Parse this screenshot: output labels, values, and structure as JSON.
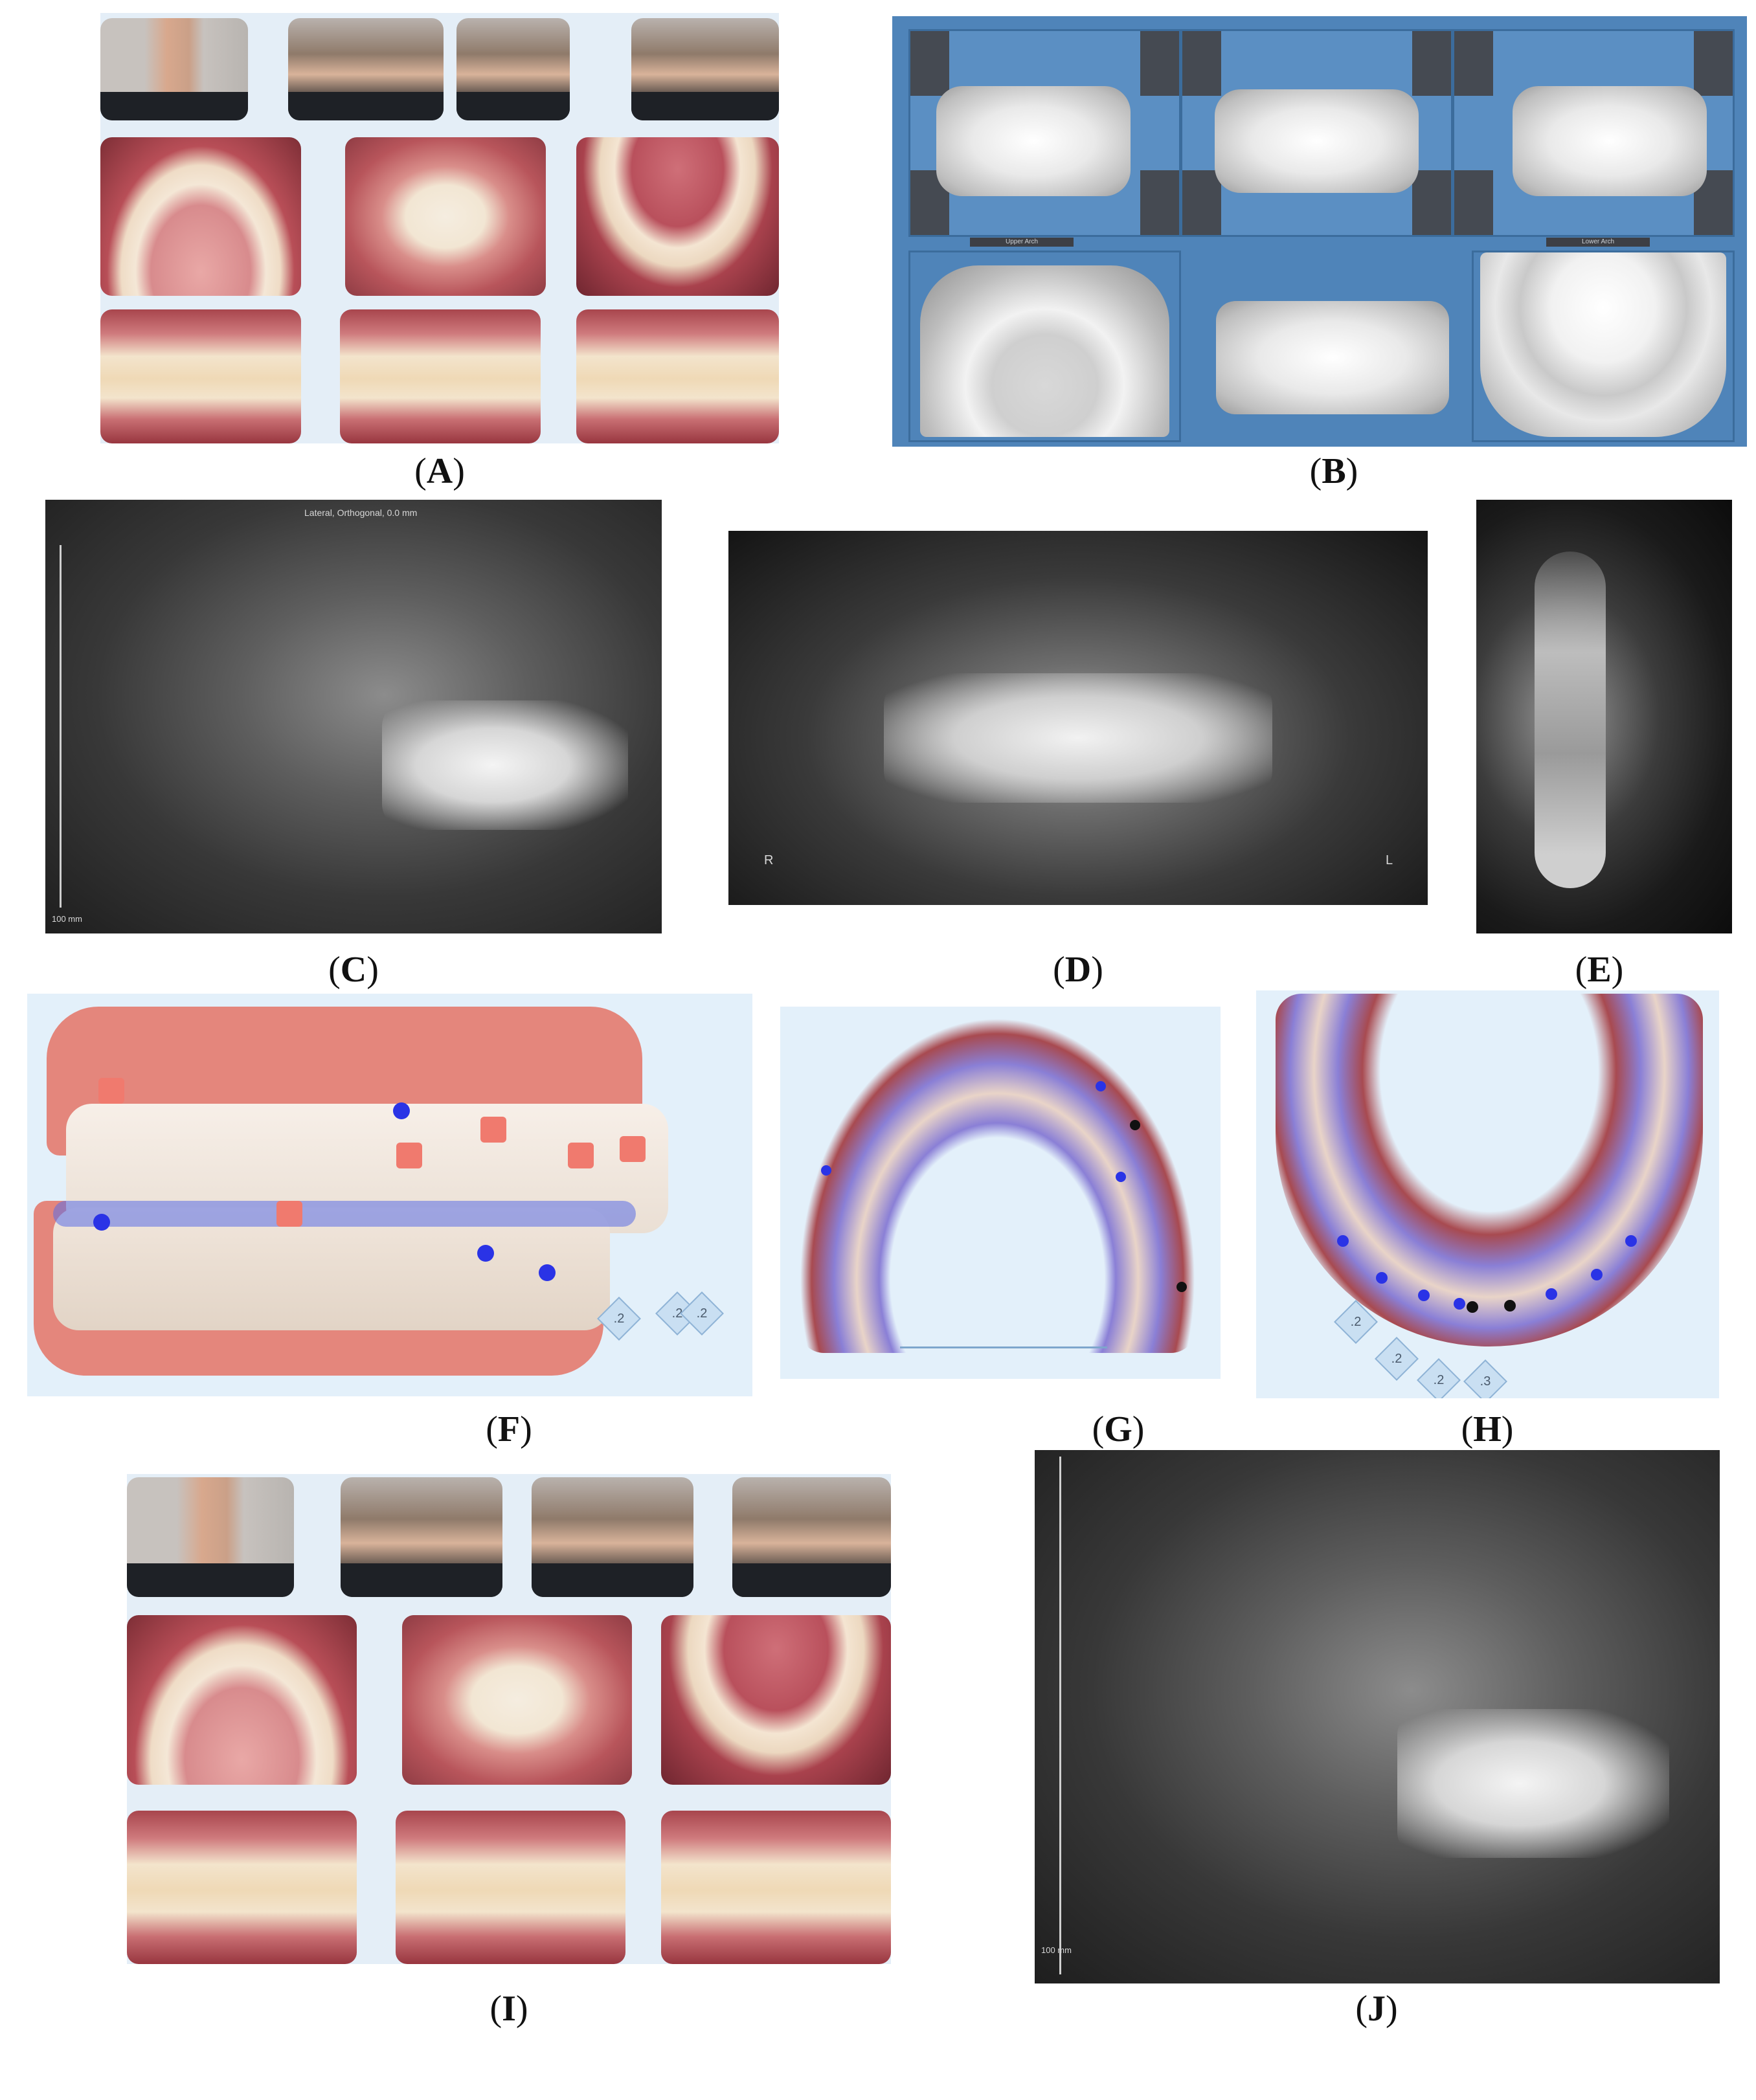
{
  "captions": {
    "A": "A",
    "B": "B",
    "C": "C",
    "D": "D",
    "E": "E",
    "F": "F",
    "G": "G",
    "H": "H",
    "I": "I",
    "J": "J"
  },
  "panel_b": {
    "upper_arch_label": "Upper Arch",
    "lower_arch_label": "Lower Arch"
  },
  "panel_c": {
    "header": "Lateral, Orthogonal, 0.0 mm",
    "scale": "100 mm"
  },
  "panel_d": {
    "left": "R",
    "right": "L"
  },
  "panel_f": {
    "tags": [
      ".2",
      ".2",
      ".2"
    ]
  },
  "panel_h": {
    "tags": [
      ".2",
      ".2",
      ".2",
      ".3"
    ]
  },
  "panel_j": {
    "scale": "100 mm"
  },
  "colors": {
    "collage_bg": "#e4eef7",
    "model_bg": "#4f84b9",
    "software_bg": "#e3f0fa",
    "attachment": "#f07a6e",
    "marker_blue": "#2a33e6"
  }
}
